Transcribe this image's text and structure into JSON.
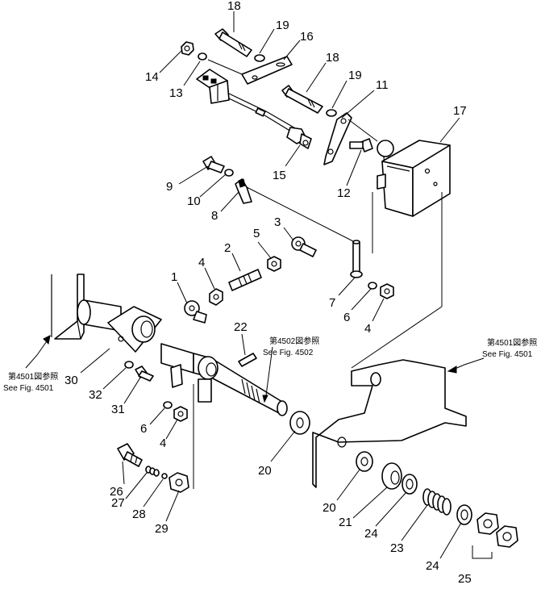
{
  "callouts": {
    "c18a": "18",
    "c19a": "19",
    "c16": "16",
    "c14": "14",
    "c13": "13",
    "c18b": "18",
    "c19b": "19",
    "c11": "11",
    "c17": "17",
    "c15": "15",
    "c12": "12",
    "c9": "9",
    "c10": "10",
    "c8": "8",
    "c5": "5",
    "c3": "3",
    "c4a": "4",
    "c2": "2",
    "c1": "1",
    "c7": "7",
    "c6a": "6",
    "c4b": "4",
    "c22": "22",
    "c30": "30",
    "c32": "32",
    "c31": "31",
    "c6b": "6",
    "c4c": "4",
    "c20a": "20",
    "c26": "26",
    "c27": "27",
    "c28": "28",
    "c29": "29",
    "c20b": "20",
    "c21": "21",
    "c24a": "24",
    "c23": "23",
    "c24b": "24",
    "c25": "25"
  },
  "references": {
    "left_jp": "第4501図参照",
    "left_en": "See Fig. 4501",
    "middle_jp": "第4502図参照",
    "middle_en": "See Fig. 4502",
    "right_jp": "第4501図参照",
    "right_en": "See Fig. 4501"
  }
}
